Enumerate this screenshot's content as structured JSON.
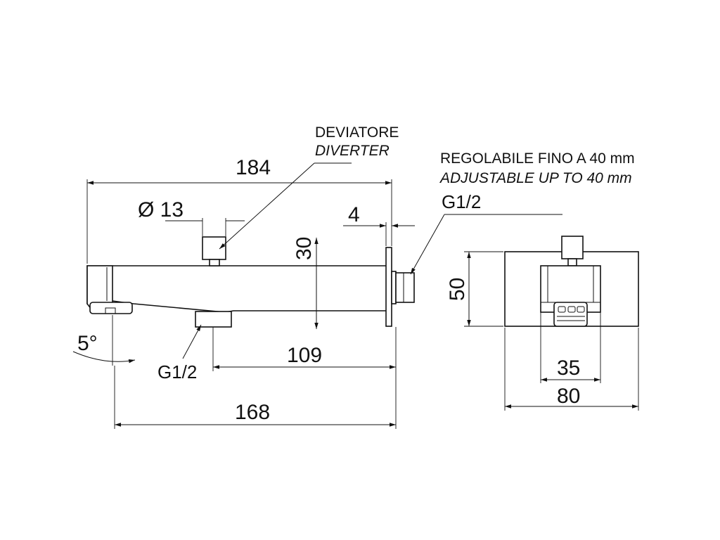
{
  "dimensions": {
    "overall_length": "184",
    "diverter_diameter": "Ø 13",
    "flange_thickness": "4",
    "spout_height": "30",
    "angle": "5°",
    "inlet_left": "G1/2",
    "inlet_distance": "109",
    "projection": "168",
    "plate_height": "50",
    "outlet_width": "35",
    "plate_width": "80"
  },
  "notes": {
    "diverter_it": "DEVIATORE",
    "diverter_en": "DIVERTER",
    "adjustable_it": "REGOLABILE FINO A 40 mm",
    "adjustable_en": "ADJUSTABLE UP TO 40 mm",
    "inlet_right": "G1/2"
  }
}
